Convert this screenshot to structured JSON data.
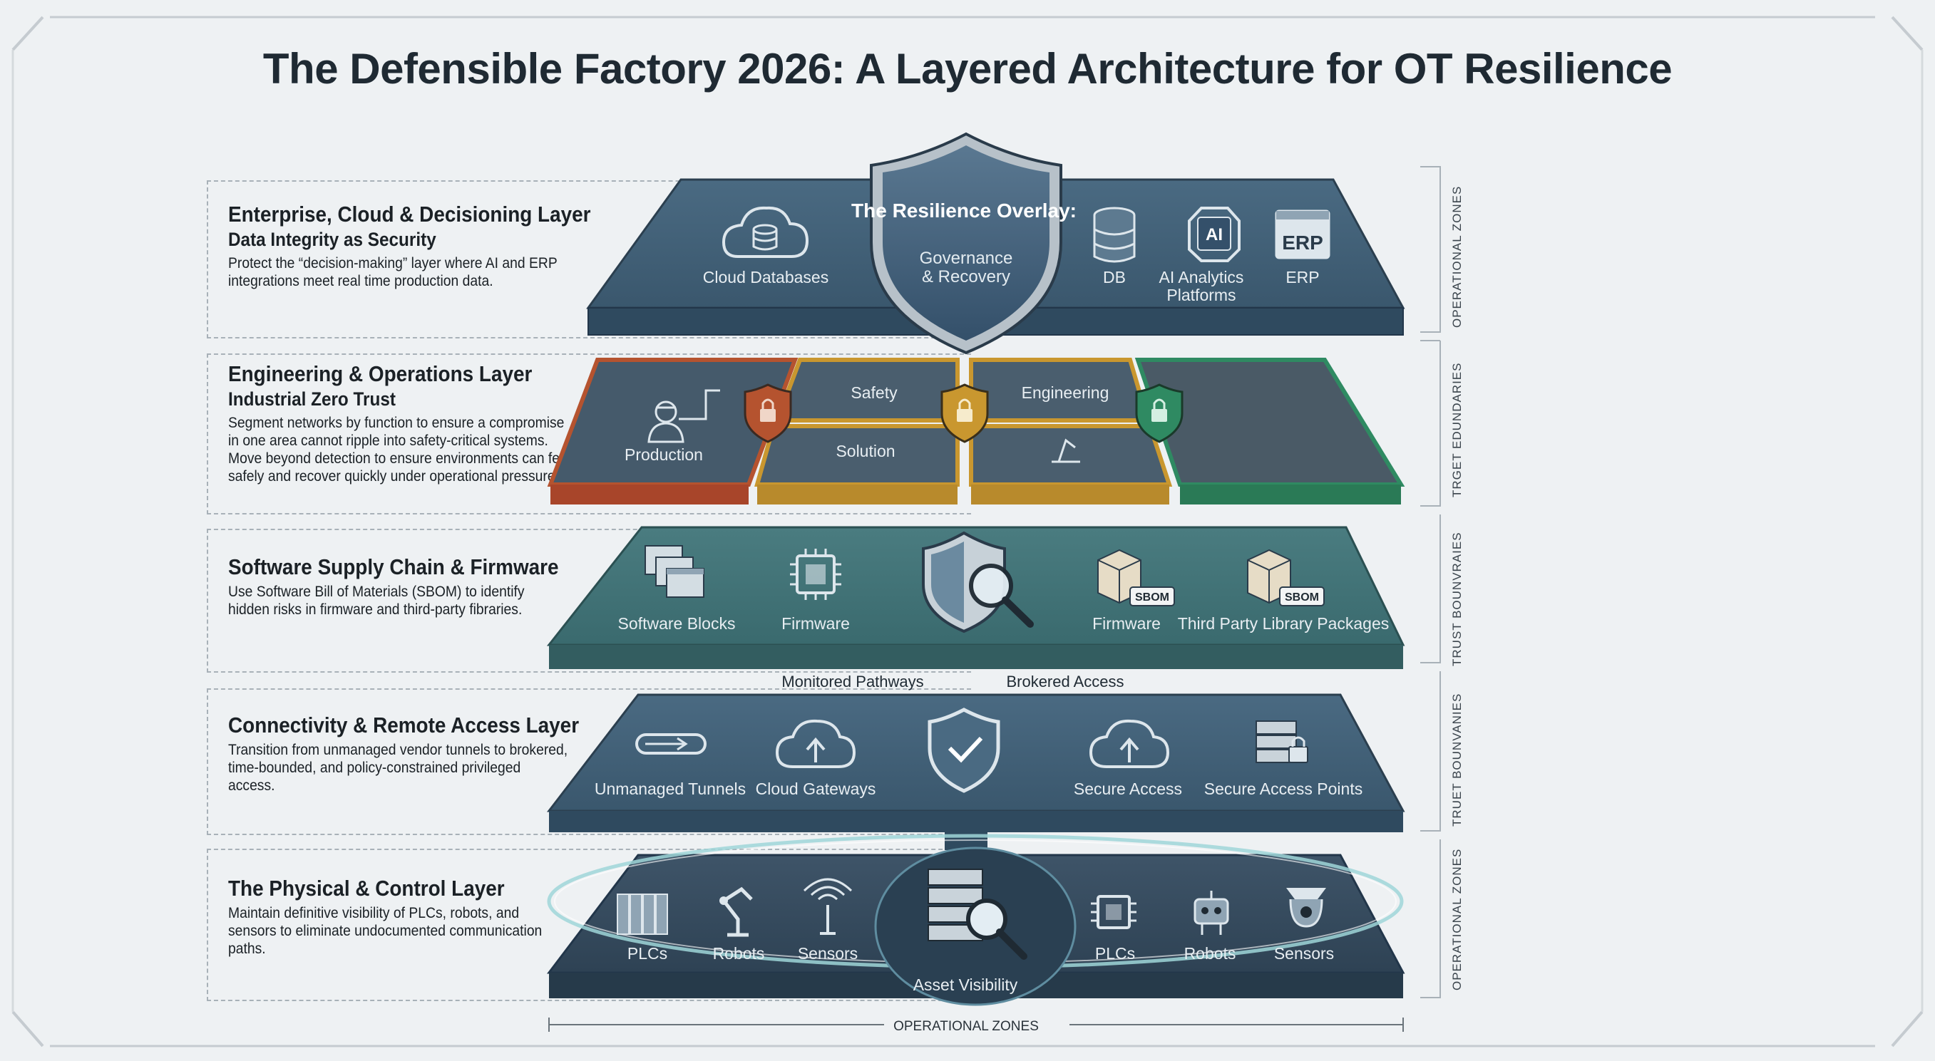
{
  "title": "The Defensible Factory 2026: A Layered Architecture for OT Resilience",
  "overlay": {
    "title": "The Resilience Overlay:",
    "subtitle_1": "Governance",
    "subtitle_2": "& Recovery"
  },
  "layers": [
    {
      "heading": "Enterprise, Cloud & Decisioning Layer",
      "subheading": "Data Integrity as Security",
      "body": "Protect the “decision-making” layer where AI and ERP integrations meet real time production data.",
      "items": [
        "Cloud Databases",
        "DB",
        "AI Analytics",
        "Platforms",
        "ERP"
      ],
      "side": "OPERATIONAL ZONES"
    },
    {
      "heading": "Engineering & Operations Layer",
      "subheading": "Industrial Zero Trust",
      "body": "Segment networks by function to ensure a compromise in one area cannot ripple into safety-critical systems. Move beyond detection to ensure environments can feil safely and recover quickly under operational pressure.",
      "items": [
        "Production",
        "Safety",
        "Solution",
        "Engineering"
      ],
      "side": "TRGET EDUNDARIES"
    },
    {
      "heading": "Software Supply Chain & Firmware",
      "subheading": "",
      "body": "Use Software Bill of Materials (SBOM) to identify hidden risks in firmware and third-party fibraries.",
      "items": [
        "Software Blocks",
        "Firmware",
        "Firmware",
        "Third Party Library Packages",
        "SBOM",
        "SBOM"
      ],
      "side": "TRUST BOUNVRAIES"
    },
    {
      "heading": "Connectivity & Remote Access Layer",
      "subheading": "",
      "body": "Transition from unmanaged vendor tunnels to brokered, time-bounded, and policy-constrained privileged access.",
      "items": [
        "Unmanaged Tunnels",
        "Cloud Gateways",
        "Secure Access",
        "Secure Access Points"
      ],
      "pathways": [
        "Monitored Pathways",
        "Brokered Access"
      ],
      "side": "TRUET BOUNVANIES"
    },
    {
      "heading": "The Physical & Control Layer",
      "subheading": "",
      "body": "Maintain definitive visibility of PLCs, robots, and sensors to eliminate undocumented communication paths.",
      "items": [
        "PLCs",
        "Robots",
        "Sensors",
        "Asset Visibility",
        "PLCs",
        "Robots",
        "Sensors"
      ],
      "side": "OPERATIONAL ZONES"
    }
  ],
  "bottom_label": "OPERATIONAL ZONES",
  "icon_text": {
    "ai": "AI",
    "erp": "ERP"
  },
  "colors": {
    "slab": "#3f5d74",
    "slab_dark": "#2f4657",
    "production": "#b5532f",
    "safety": "#c9972f",
    "engineering_green": "#2f8a62",
    "teal": "#3e7a7a"
  }
}
